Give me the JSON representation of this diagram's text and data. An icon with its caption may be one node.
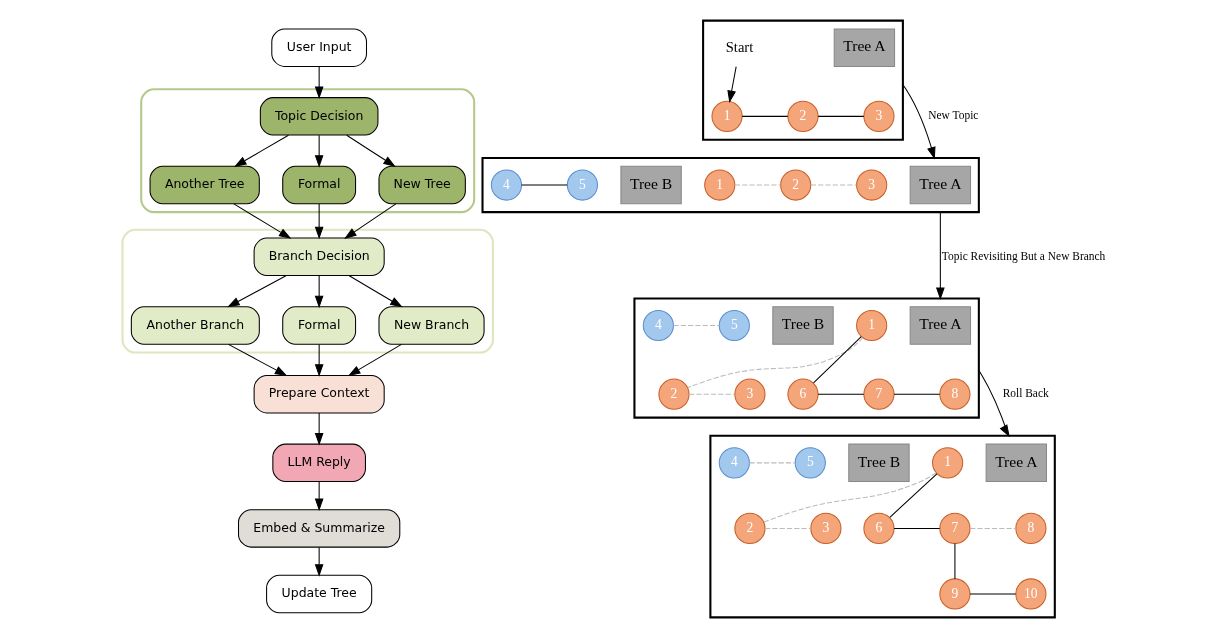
{
  "diagram": {
    "nodes": [
      {
        "text": [
          "User Input"
        ]
      },
      {
        "text": [],
        "shape": "box"
      },
      {
        "text": [
          "Topic Decision"
        ],
        "in": 1
      },
      {
        "text": [
          "Another Tree"
        ],
        "in": 1
      },
      {
        "text": [
          "Formal"
        ],
        "in": 1
      },
      {
        "text": [
          "New Tree"
        ],
        "in": 1
      },
      {
        "text": [],
        "shape": "box"
      },
      {
        "text": [
          "Branch Decision"
        ],
        "in": 6
      },
      {
        "text": [
          "Another Branch"
        ],
        "in": 6
      },
      {
        "text": [
          "Formal"
        ],
        "in": 6
      },
      {
        "text": [
          "New Branch"
        ],
        "in": 6
      },
      {
        "text": [
          "Prepare Context"
        ]
      },
      {
        "text": [
          "LLM Reply"
        ]
      },
      {
        "text": [
          "Embed & Summarize"
        ]
      },
      {
        "text": [
          "Update Tree"
        ]
      },
      {
        "text": [],
        "shape": "box"
      },
      {
        "text": [
          "Tree A"
        ],
        "in": 15
      },
      {
        "text": [
          "1"
        ],
        "in": 15
      },
      {
        "text": [
          "2"
        ],
        "in": 15
      },
      {
        "text": [
          "3"
        ],
        "in": 15
      },
      {
        "text": [
          "Start"
        ],
        "in": 15
      },
      {
        "text": [],
        "shape": "box"
      },
      {
        "text": [
          "Tree A"
        ],
        "in": 21
      },
      {
        "text": [
          "1"
        ],
        "in": 21
      },
      {
        "text": [
          "2"
        ],
        "in": 21
      },
      {
        "text": [
          "3"
        ],
        "in": 21
      },
      {
        "text": [
          "Tree B"
        ],
        "in": 21
      },
      {
        "text": [
          "4"
        ],
        "in": 21
      },
      {
        "text": [
          "5"
        ],
        "in": 21
      },
      {
        "text": [],
        "shape": "box"
      },
      {
        "text": [
          "Tree A"
        ],
        "in": 29
      },
      {
        "text": [
          "1"
        ],
        "in": 29
      },
      {
        "text": [
          "2"
        ],
        "in": 29
      },
      {
        "text": [
          "3"
        ],
        "in": 29
      },
      {
        "text": [
          "6"
        ],
        "in": 29
      },
      {
        "text": [
          "7"
        ],
        "in": 29
      },
      {
        "text": [
          "8"
        ],
        "in": 29
      },
      {
        "text": [
          "9"
        ],
        "in": 29
      },
      {
        "text": [
          "10"
        ],
        "in": 29
      },
      {
        "text": [
          "Tree B"
        ],
        "in": 29
      },
      {
        "text": [
          "4"
        ],
        "in": 29
      },
      {
        "text": [
          "5"
        ],
        "in": 29
      },
      {
        "text": [],
        "shape": "box"
      },
      {
        "text": [
          "Tree A"
        ],
        "in": 42
      },
      {
        "text": [
          "1"
        ],
        "in": 42
      },
      {
        "text": [
          "2"
        ],
        "in": 42
      },
      {
        "text": [
          "3"
        ],
        "in": 42
      },
      {
        "text": [
          "6"
        ],
        "in": 42
      },
      {
        "text": [
          "7"
        ],
        "in": 42
      },
      {
        "text": [
          "8"
        ],
        "in": 42
      },
      {
        "text": [
          "Tree B"
        ],
        "in": 42
      },
      {
        "text": [
          "4"
        ],
        "in": 42
      },
      {
        "text": [
          "5"
        ],
        "in": 42
      }
    ],
    "edges": [
      {
        "from": 0,
        "to": 2,
        "arrow": "to"
      },
      {
        "from": 2,
        "to": 3,
        "arrow": "to"
      },
      {
        "from": 2,
        "to": 4,
        "arrow": "to"
      },
      {
        "from": 2,
        "to": 5,
        "arrow": "to"
      },
      {
        "from": 3,
        "to": 7,
        "arrow": "to"
      },
      {
        "from": 4,
        "to": 7,
        "arrow": "to"
      },
      {
        "from": 5,
        "to": 7,
        "arrow": "to"
      },
      {
        "from": 7,
        "to": 8,
        "arrow": "to"
      },
      {
        "from": 7,
        "to": 9,
        "arrow": "to"
      },
      {
        "from": 7,
        "to": 10,
        "arrow": "to"
      },
      {
        "from": 8,
        "to": 11,
        "arrow": "to"
      },
      {
        "from": 9,
        "to": 11,
        "arrow": "to"
      },
      {
        "from": 10,
        "to": 11,
        "arrow": "to"
      },
      {
        "from": 11,
        "to": 12,
        "arrow": "to"
      },
      {
        "from": 12,
        "to": 13,
        "arrow": "to"
      },
      {
        "from": 13,
        "to": 14,
        "arrow": "to"
      },
      {
        "from": 17,
        "to": 18,
        "arrow": "none"
      },
      {
        "from": 18,
        "to": 19,
        "arrow": "none"
      },
      {
        "from": 20,
        "to": 17,
        "arrow": "to"
      },
      {
        "from": 23,
        "to": 24,
        "arrow": "none",
        "style": "dashed",
        "color": "#bbbbbb"
      },
      {
        "from": 24,
        "to": 25,
        "arrow": "none",
        "style": "dashed",
        "color": "#bbbbbb"
      },
      {
        "from": 27,
        "to": 28,
        "arrow": "none"
      },
      {
        "from": 31,
        "to": 32,
        "arrow": "none",
        "style": "dashed",
        "color": "#bbbbbb"
      },
      {
        "from": 32,
        "to": 33,
        "arrow": "none",
        "style": "dashed",
        "color": "#bbbbbb"
      },
      {
        "from": 31,
        "to": 34,
        "arrow": "none"
      },
      {
        "from": 34,
        "to": 35,
        "arrow": "none"
      },
      {
        "from": 35,
        "to": 36,
        "arrow": "none",
        "style": "dashed",
        "color": "#bbbbbb"
      },
      {
        "from": 35,
        "to": 37,
        "arrow": "none"
      },
      {
        "from": 37,
        "to": 38,
        "arrow": "none"
      },
      {
        "from": 40,
        "to": 41,
        "arrow": "none",
        "style": "dashed",
        "color": "#bbbbbb"
      },
      {
        "from": 44,
        "to": 45,
        "arrow": "none",
        "style": "dashed",
        "color": "#bbbbbb"
      },
      {
        "from": 45,
        "to": 46,
        "arrow": "none",
        "style": "dashed",
        "color": "#bbbbbb"
      },
      {
        "from": 44,
        "to": 47,
        "arrow": "none"
      },
      {
        "from": 47,
        "to": 48,
        "arrow": "none"
      },
      {
        "from": 48,
        "to": 49,
        "arrow": "none"
      },
      {
        "from": 51,
        "to": 52,
        "arrow": "none",
        "style": "dashed",
        "color": "#bbbbbb"
      },
      {
        "from": 15,
        "to": 21,
        "arrow": "to",
        "label": "New Topic"
      },
      {
        "from": 21,
        "to": 42,
        "arrow": "to",
        "label": "Topic Revisiting But a New Branch"
      },
      {
        "from": 42,
        "to": 29,
        "arrow": "to",
        "label": "Roll Back"
      }
    ]
  }
}
